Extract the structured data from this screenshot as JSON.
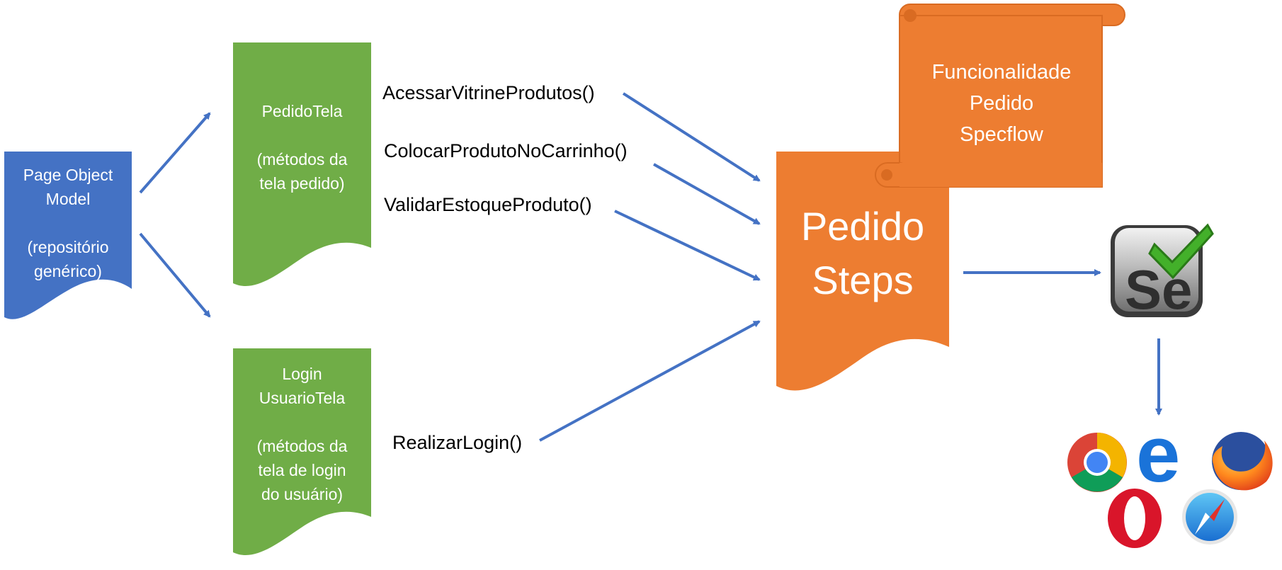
{
  "colors": {
    "blue_doc": "#4472C4",
    "green_doc": "#70AD47",
    "orange_doc": "#ED7D31",
    "arrow": "#4472C4",
    "text_dark": "#000000",
    "text_light": "#ffffff"
  },
  "page_object_model": {
    "line1": "Page Object",
    "line2": "Model",
    "line3": "(repositório",
    "line4": "genérico)"
  },
  "pedido_tela": {
    "line1": "PedidoTela",
    "line2": "(métodos da",
    "line3": "tela pedido)"
  },
  "login_tela": {
    "line1": "Login",
    "line2": "UsuarioTela",
    "line3": "(métodos da",
    "line4": "tela de login",
    "line5": "do usuário)"
  },
  "methods": {
    "acessar": "AcessarVitrineProdutos()",
    "colocar": "ColocarProdutoNoCarrinho()",
    "validar": "ValidarEstoqueProduto()",
    "login": "RealizarLogin()"
  },
  "pedido_steps": {
    "line1": "Pedido",
    "line2": "Steps"
  },
  "funcionalidade": {
    "line1": "Funcionalidade",
    "line2": "Pedido",
    "line3": "Specflow"
  },
  "selenium": {
    "icon": "selenium-logo-icon",
    "letters": "Se"
  },
  "browsers": [
    "chrome-icon",
    "edge-icon",
    "firefox-icon",
    "opera-icon",
    "safari-icon"
  ]
}
